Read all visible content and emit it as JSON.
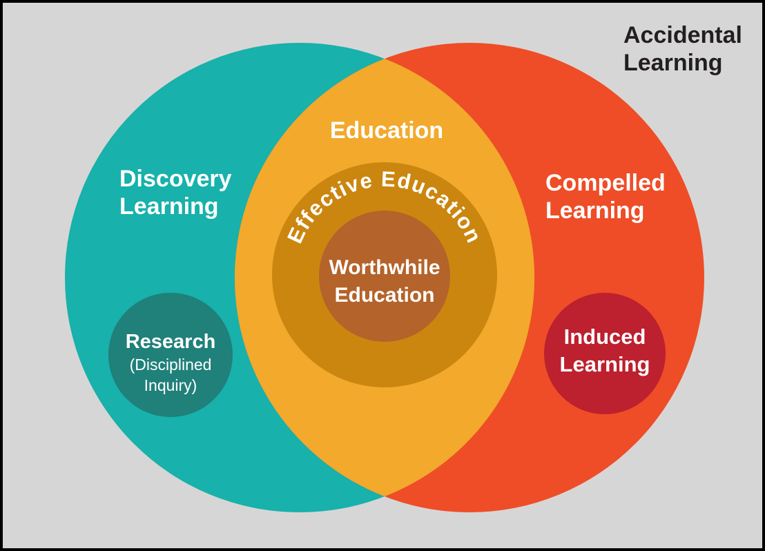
{
  "background": {
    "color": "#d7d6d6",
    "frame_color": "#000000"
  },
  "text_color": "#ffffff",
  "outer_label": {
    "line1": "Accidental",
    "line2": "Learning",
    "color": "#231f20"
  },
  "left_circle": {
    "label_line1": "Discovery",
    "label_line2": "Learning",
    "color": "#18b1ab"
  },
  "right_circle": {
    "label_line1": "Compelled",
    "label_line2": "Learning",
    "color": "#ee4d27"
  },
  "overlap": {
    "label": "Education",
    "color": "#f2a92c"
  },
  "effective_ring": {
    "label": "Effective Education",
    "color": "#cb860f"
  },
  "worthwhile_circle": {
    "label_line1": "Worthwhile",
    "label_line2": "Education",
    "color": "#b4632a"
  },
  "research_circle": {
    "label_line1": "Research",
    "label_line2": "(Disciplined",
    "label_line3": "Inquiry)",
    "color": "#20807a"
  },
  "induced_circle": {
    "label_line1": "Induced",
    "label_line2": "Learning",
    "color": "#bd202e"
  }
}
